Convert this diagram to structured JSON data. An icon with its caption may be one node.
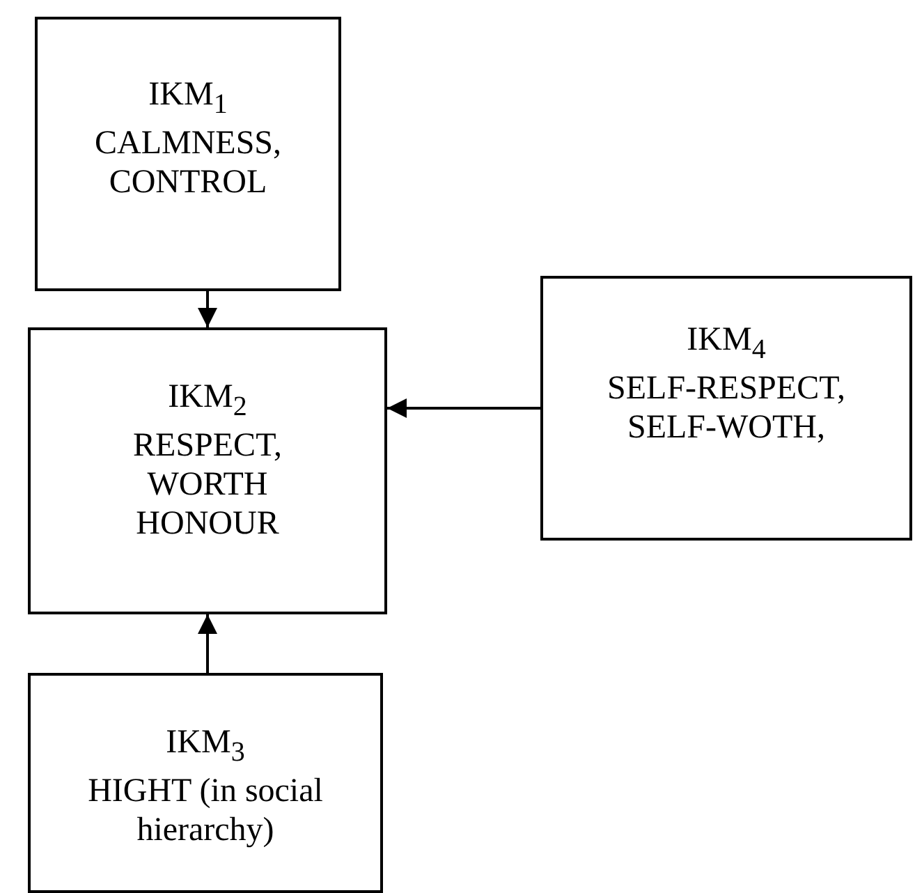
{
  "diagram": {
    "nodes": [
      {
        "text": [
          "IKM$_{1}$",
          "CALMNESS, CONTROL"
        ]
      },
      {
        "text": [
          "IKM$_{2}$",
          "RESPECT, WORTH HONOUR"
        ]
      },
      {
        "text": [
          "IKM$_{4}$",
          "SELF-RESPECT, SELF-WOTH,"
        ]
      },
      {
        "text": [
          "IKM$_{3}$",
          "HIGHT (in social hierarchy)"
        ]
      }
    ],
    "edges": [
      {
        "from": 0,
        "to": 1,
        "arrow": "to"
      },
      {
        "from": 2,
        "to": 1,
        "arrow": "to"
      },
      {
        "from": 3,
        "to": 1,
        "arrow": "to"
      }
    ]
  }
}
